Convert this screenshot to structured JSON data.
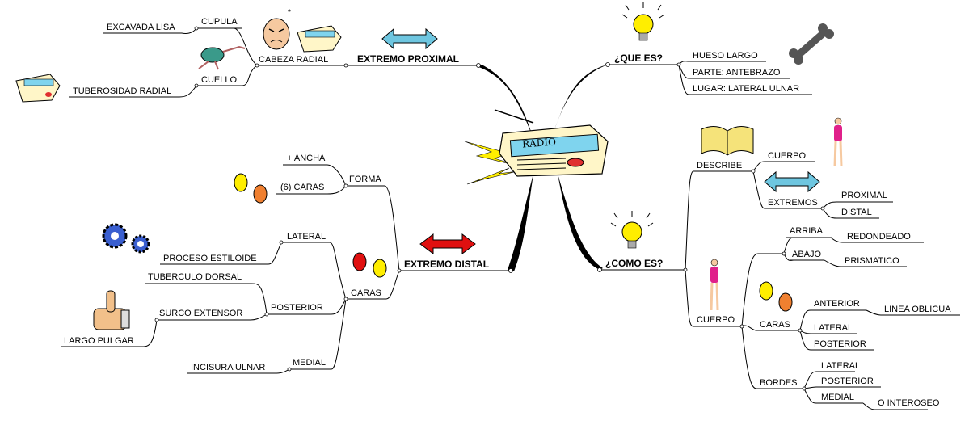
{
  "center": {
    "label": "RADIO"
  },
  "branches": {
    "proximal": {
      "title": "EXTREMO PROXIMAL",
      "cabeza": "CABEZA RADIAL",
      "cupula": "CUPULA",
      "excavada": "EXCAVADA LISA",
      "cuello": "CUELLO",
      "tuberosidad": "TUBEROSIDAD RADIAL"
    },
    "que": {
      "title": "¿QUE ES?",
      "items": [
        "HUESO LARGO",
        "PARTE: ANTEBRAZO",
        "LUGAR: LATERAL ULNAR"
      ]
    },
    "distal": {
      "title": "EXTREMO DISTAL",
      "forma": "FORMA",
      "ancha": "+ ANCHA",
      "seis_caras": "(6) CARAS",
      "caras": "CARAS",
      "lateral": "LATERAL",
      "estiloide": "PROCESO ESTILOIDE",
      "posterior": "POSTERIOR",
      "tuberculo": "TUBERCULO DORSAL",
      "surco": "SURCO EXTENSOR",
      "pulgar": "LARGO PULGAR",
      "medial": "MEDIAL",
      "incisura": "INCISURA ULNAR"
    },
    "como": {
      "title": "¿COMO ES?",
      "describe": "DESCRIBE",
      "d_cuerpo": "CUERPO",
      "extremos": "EXTREMOS",
      "proximal": "PROXIMAL",
      "distal": "DISTAL",
      "cuerpo": "CUERPO",
      "arriba": "ARRIBA",
      "redondeado": "REDONDEADO",
      "abajo": "ABAJO",
      "prismatico": "PRISMATICO",
      "caras": "CARAS",
      "anterior": "ANTERIOR",
      "oblicua": "LINEA OBLICUA",
      "c_lateral": "LATERAL",
      "c_posterior": "POSTERIOR",
      "bordes": "BORDES",
      "b_lateral": "LATERAL",
      "b_posterior": "POSTERIOR",
      "b_medial": "MEDIAL",
      "interoseo": "O INTEROSEO"
    }
  },
  "colors": {
    "line": "#000000",
    "arrow_blue": "#6ec6e0",
    "arrow_red": "#e01010",
    "bulb": "#ffee00",
    "radio_body": "#fff6c8",
    "radio_screen": "#7fd4ee",
    "bolt": "#ffee00"
  },
  "icons": [
    "radio-icon",
    "lightbulb-icon",
    "bone-icon",
    "book-icon",
    "woman-figure-icon",
    "angry-face-icon",
    "ostrich-icon",
    "theater-masks-icon",
    "gears-icon",
    "thumbs-up-icon",
    "double-arrow-icon"
  ]
}
